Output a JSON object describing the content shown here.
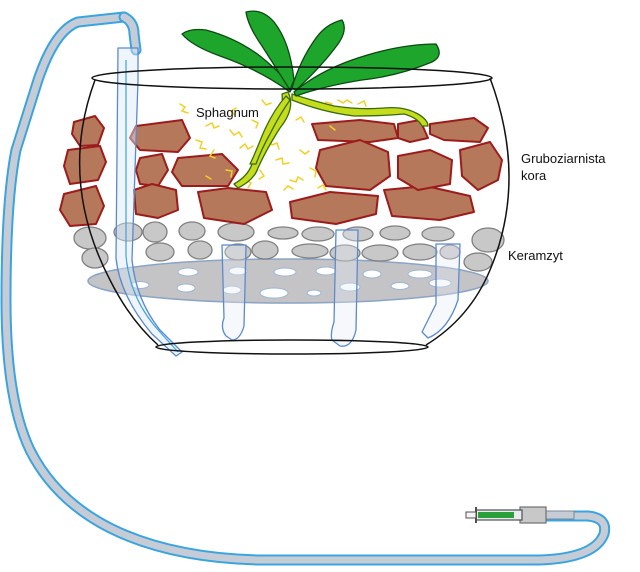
{
  "labels": {
    "sphagnum": "Sphagnum",
    "kora_line1": "Gruboziarnista",
    "kora_line2": "kora",
    "keramzyt": "Keramzyt"
  },
  "colors": {
    "tube_fill": "#c6ccd6",
    "tube_edge": "#3aa4e0",
    "bark_fill": "#b5785a",
    "bark_edge": "#9c1c1c",
    "clay_fill": "#c8c8c8",
    "clay_edge": "#808080",
    "reservoir_fill": "#c4c4c6",
    "reservoir_edge": "#8aa4c6",
    "leaf": "#1ea52c",
    "root": "#c5dd1a",
    "moss": "#f2d024"
  }
}
